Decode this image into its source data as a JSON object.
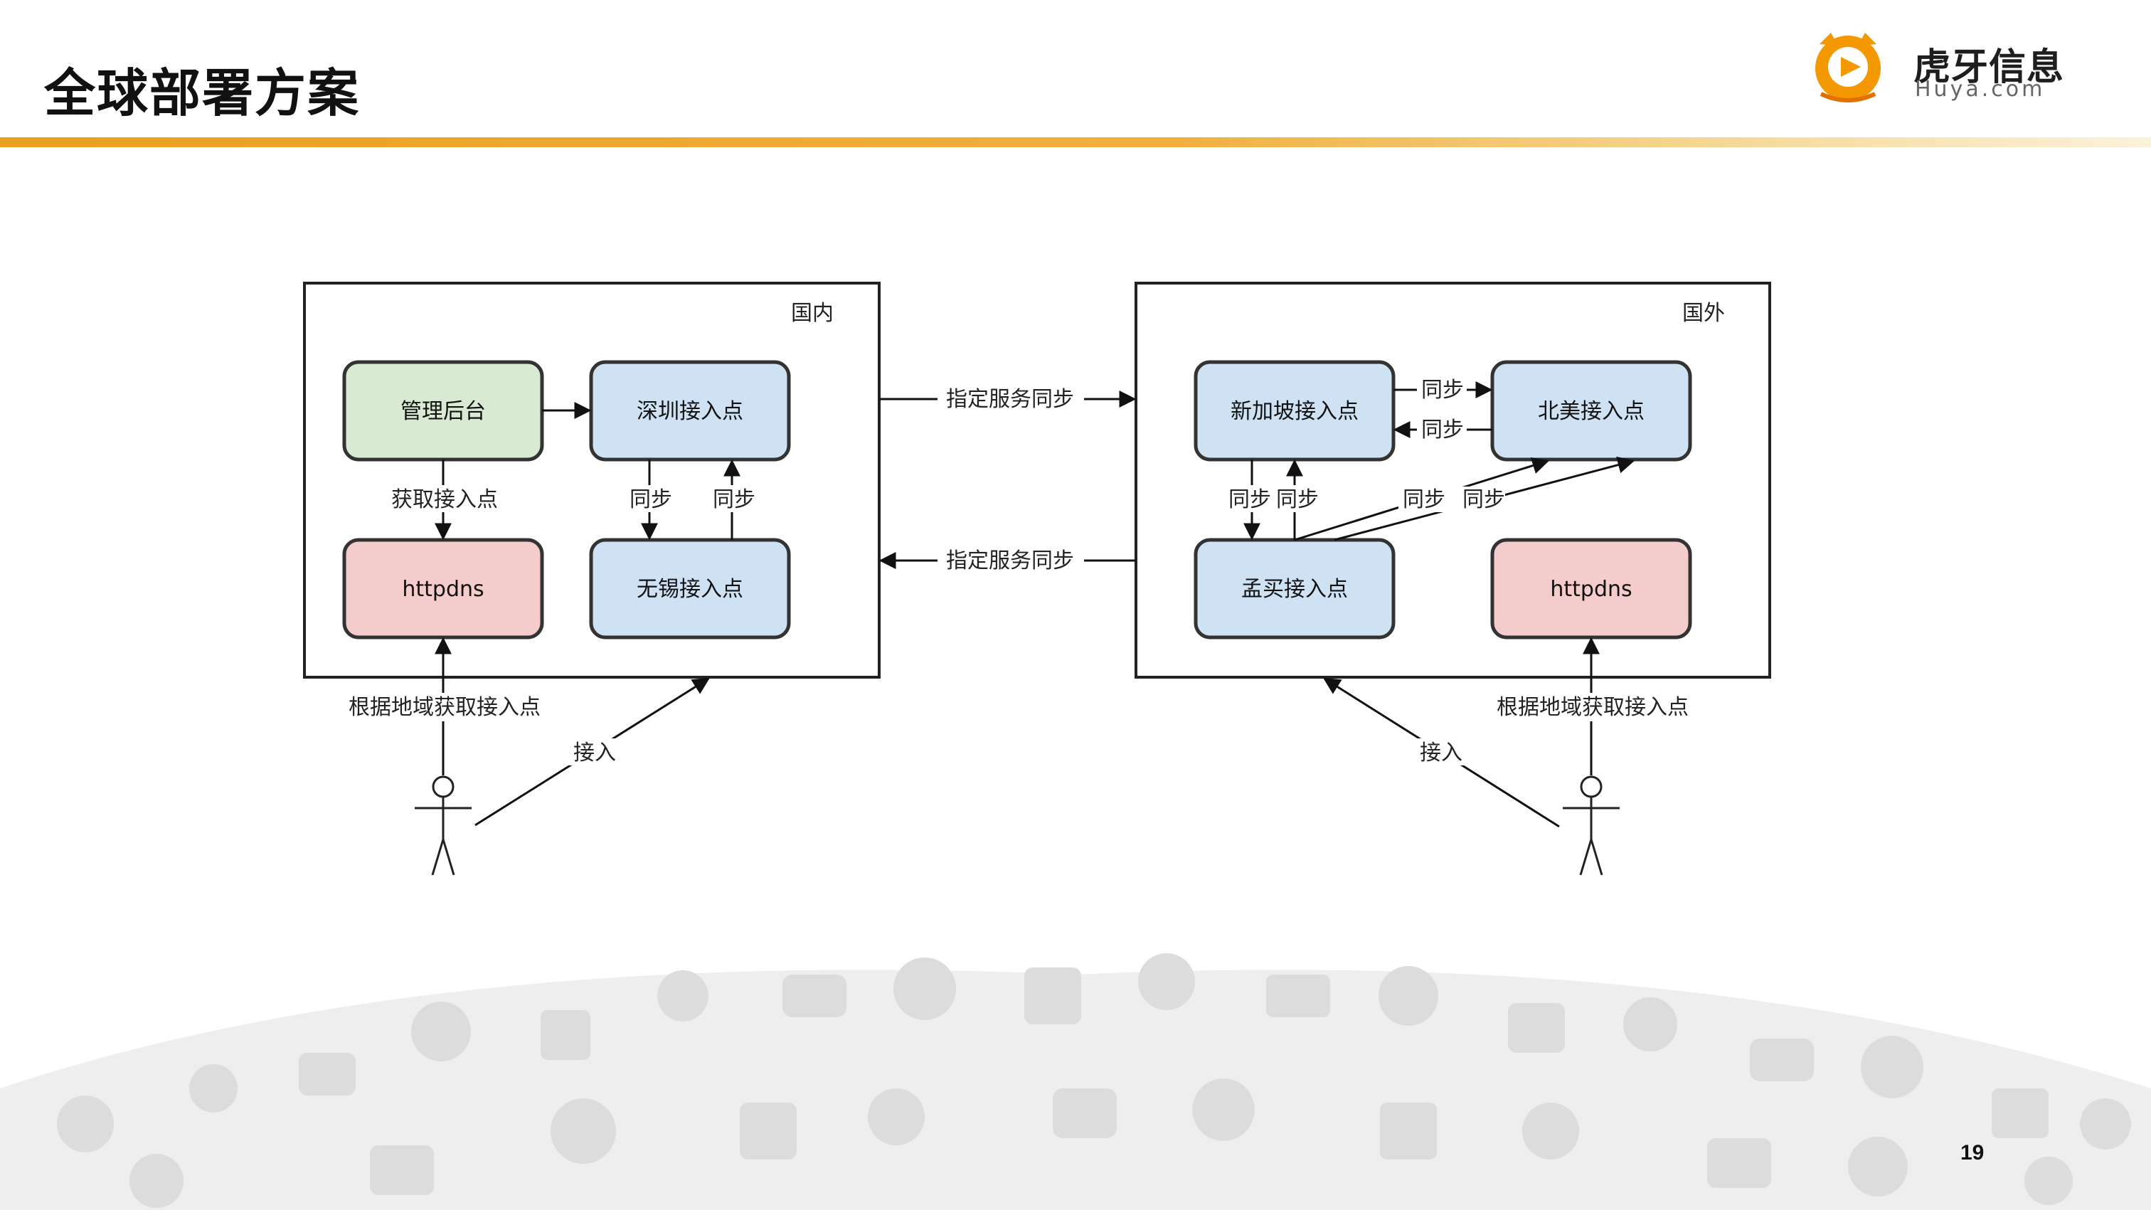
{
  "header": {
    "title": "全球部署方案",
    "logo_name": "虎牙信息",
    "logo_domain": "Huya.com",
    "brand_color": "#f39800"
  },
  "page_number": "19",
  "colors": {
    "green_box": "#d9ead3",
    "blue_box": "#cfe2f3",
    "pink_box": "#f4cccc",
    "stroke": "#333333"
  },
  "diagram": {
    "domestic_label": "国内",
    "overseas_label": "国外",
    "nodes": {
      "admin": "管理后台",
      "shenzhen": "深圳接入点",
      "httpdns_domestic": "httpdns",
      "wuxi": "无锡接入点",
      "singapore": "新加坡接入点",
      "north_america": "北美接入点",
      "mumbai": "孟买接入点",
      "httpdns_overseas": "httpdns"
    },
    "edges": {
      "fetch_access_point": "获取接入点",
      "sz_to_wx_sync": "同步",
      "wx_to_sz_sync": "同步",
      "sg_to_na_sync": "同步",
      "na_to_sg_sync": "同步",
      "sg_to_mb_sync": "同步",
      "mb_to_sg_sync": "同步",
      "mb_to_na_sync_1": "同步",
      "mb_to_na_sync_2": "同步",
      "specified_service_sync_top": "指定服务同步",
      "specified_service_sync_bottom": "指定服务同步",
      "geo_fetch_domestic": "根据地域获取接入点",
      "geo_fetch_overseas": "根据地域获取接入点",
      "access_domestic": "接入",
      "access_overseas": "接入"
    }
  }
}
